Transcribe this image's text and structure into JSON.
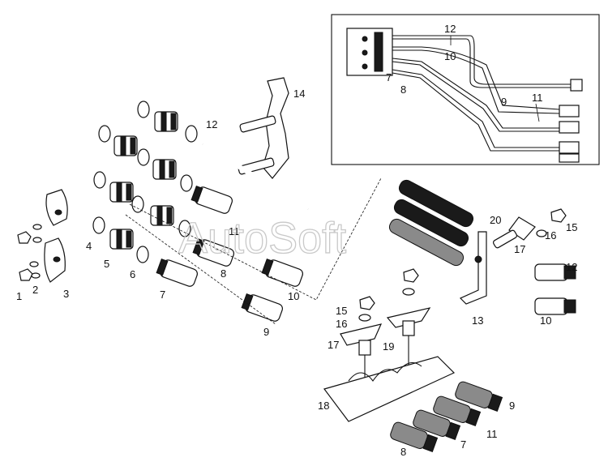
{
  "watermark": "AutoSoft",
  "callouts": {
    "inset": [
      "12",
      "10",
      "7",
      "8",
      "9",
      "11"
    ],
    "left": [
      "1",
      "2",
      "3",
      "4",
      "5",
      "6",
      "7",
      "8",
      "9",
      "10",
      "11",
      "12",
      "14"
    ],
    "right": [
      "13",
      "15",
      "16",
      "17",
      "20",
      "12",
      "10"
    ],
    "bottom": [
      "15",
      "16",
      "17",
      "19",
      "18",
      "8",
      "7",
      "11",
      "9"
    ]
  }
}
